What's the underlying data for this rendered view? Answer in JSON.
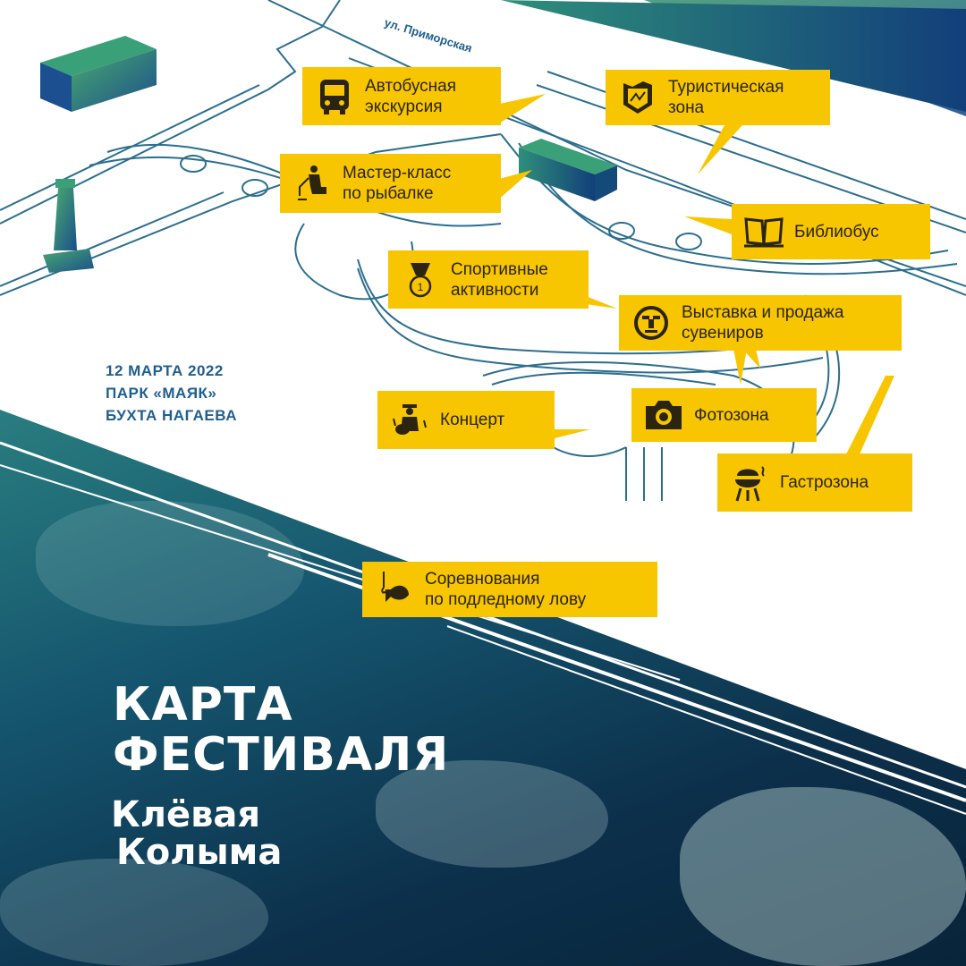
{
  "map": {
    "street": "ул. Приморская",
    "labels": [
      {
        "id": "bus",
        "line1": "Автобусная",
        "line2": "экскурсия",
        "icon": "bus-icon"
      },
      {
        "id": "tourist",
        "line1": "Туристическая",
        "line2": "зона",
        "icon": "map-shield-icon"
      },
      {
        "id": "fishing",
        "line1": "Мастер-класс",
        "line2": "по рыбалке",
        "icon": "fisherman-icon"
      },
      {
        "id": "library",
        "line1": "Библиобус",
        "line2": "",
        "icon": "book-icon"
      },
      {
        "id": "sport",
        "line1": "Спортивные",
        "line2": "активности",
        "icon": "medal-icon"
      },
      {
        "id": "souvenir",
        "line1": "Выставка и продажа",
        "line2": "сувениров",
        "icon": "mask-icon"
      },
      {
        "id": "concert",
        "line1": "Концерт",
        "line2": "",
        "icon": "guitarist-icon"
      },
      {
        "id": "photo",
        "line1": "Фотозона",
        "line2": "",
        "icon": "camera-icon"
      },
      {
        "id": "gastro",
        "line1": "Гастрозона",
        "line2": "",
        "icon": "grill-icon"
      },
      {
        "id": "ice",
        "line1": "Соревнования",
        "line2": "по подледному лову",
        "icon": "ice-fishing-icon"
      }
    ]
  },
  "event": {
    "date": "12 МАРТА 2022",
    "place": "ПАРК «МАЯК»",
    "bay": "БУХТА НАГАЕВА"
  },
  "title": {
    "line1": "КАРТА",
    "line2": "ФЕСТИВАЛЯ"
  },
  "logo": {
    "line1": "Клёвая",
    "line2": "Колыма"
  },
  "colors": {
    "accent": "#f7c600",
    "map_line": "#1f5f8f",
    "text_dark": "#2b2410"
  }
}
